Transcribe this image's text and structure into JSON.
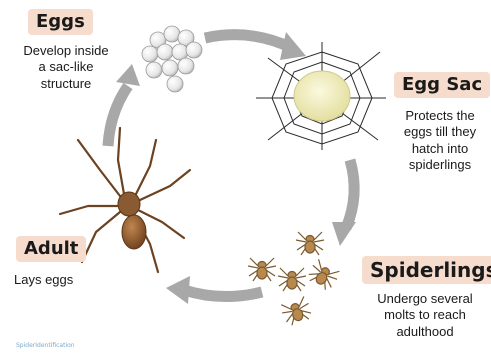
{
  "stages": {
    "eggs": {
      "title": "Eggs",
      "description": [
        "Develop inside",
        "a sac-like",
        "structure"
      ]
    },
    "egg_sac": {
      "title": "Egg Sac",
      "description": [
        "Protects the",
        "eggs till they",
        "hatch into",
        "spiderlings"
      ]
    },
    "spiderlings": {
      "title": "Spiderlings",
      "description": [
        "Undergo several",
        "molts to reach",
        "adulthood"
      ]
    },
    "adult": {
      "title": "Adult",
      "description": [
        "Lays eggs"
      ]
    }
  },
  "credit": "SpiderIdentification",
  "colors": {
    "label_bg": "#f6dccd",
    "arrow": "#a8a8a8",
    "egg": "#eeeeee",
    "sac": "#f2efc4",
    "spider": "#8a5a32"
  }
}
